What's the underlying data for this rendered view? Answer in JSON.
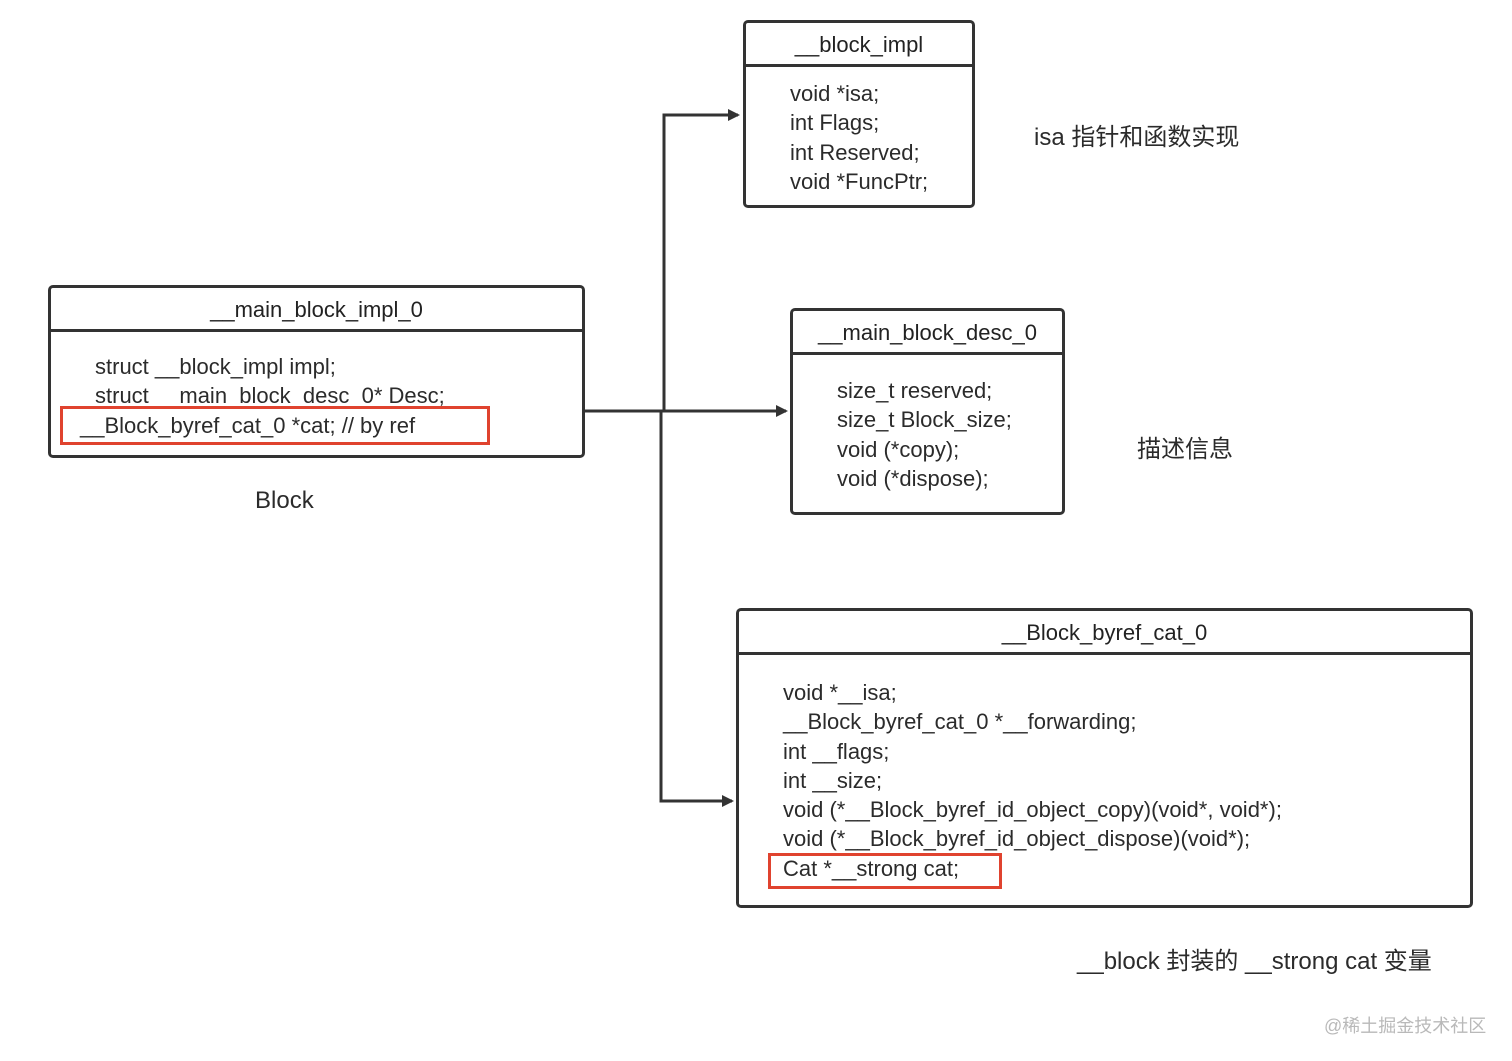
{
  "diagram": {
    "structs": {
      "main_block_impl": {
        "title": "__main_block_impl_0",
        "fields": [
          "struct __block_impl impl;",
          "struct __main_block_desc_0* Desc;",
          "__Block_byref_cat_0 *cat; // by ref"
        ],
        "highlighted_field_index": 2,
        "caption": "Block"
      },
      "block_impl": {
        "title": "__block_impl",
        "fields": [
          "void *isa;",
          "int Flags;",
          "int Reserved;",
          "void *FuncPtr;"
        ],
        "caption": "isa 指针和函数实现"
      },
      "main_block_desc": {
        "title": "__main_block_desc_0",
        "fields": [
          "size_t reserved;",
          "size_t Block_size;",
          "void (*copy);",
          "void (*dispose);"
        ],
        "caption": "描述信息"
      },
      "block_byref_cat": {
        "title": "__Block_byref_cat_0",
        "fields": [
          "void *__isa;",
          "__Block_byref_cat_0 *__forwarding;",
          "int __flags;",
          "int __size;",
          "void (*__Block_byref_id_object_copy)(void*, void*);",
          "void (*__Block_byref_id_object_dispose)(void*);",
          "Cat *__strong cat;"
        ],
        "highlighted_field_index": 6,
        "caption": "__block 封装的 __strong cat 变量"
      }
    },
    "edges": [
      {
        "from": "__main_block_impl_0",
        "to": "__block_impl"
      },
      {
        "from": "__main_block_impl_0",
        "to": "__main_block_desc_0"
      },
      {
        "from": "__main_block_impl_0",
        "to": "__Block_byref_cat_0"
      }
    ],
    "colors": {
      "stroke": "#333333",
      "highlight": "#e0432f",
      "text": "#2b2b2b",
      "watermark": "#b9b9b9"
    },
    "watermark": "@稀土掘金技术社区"
  }
}
